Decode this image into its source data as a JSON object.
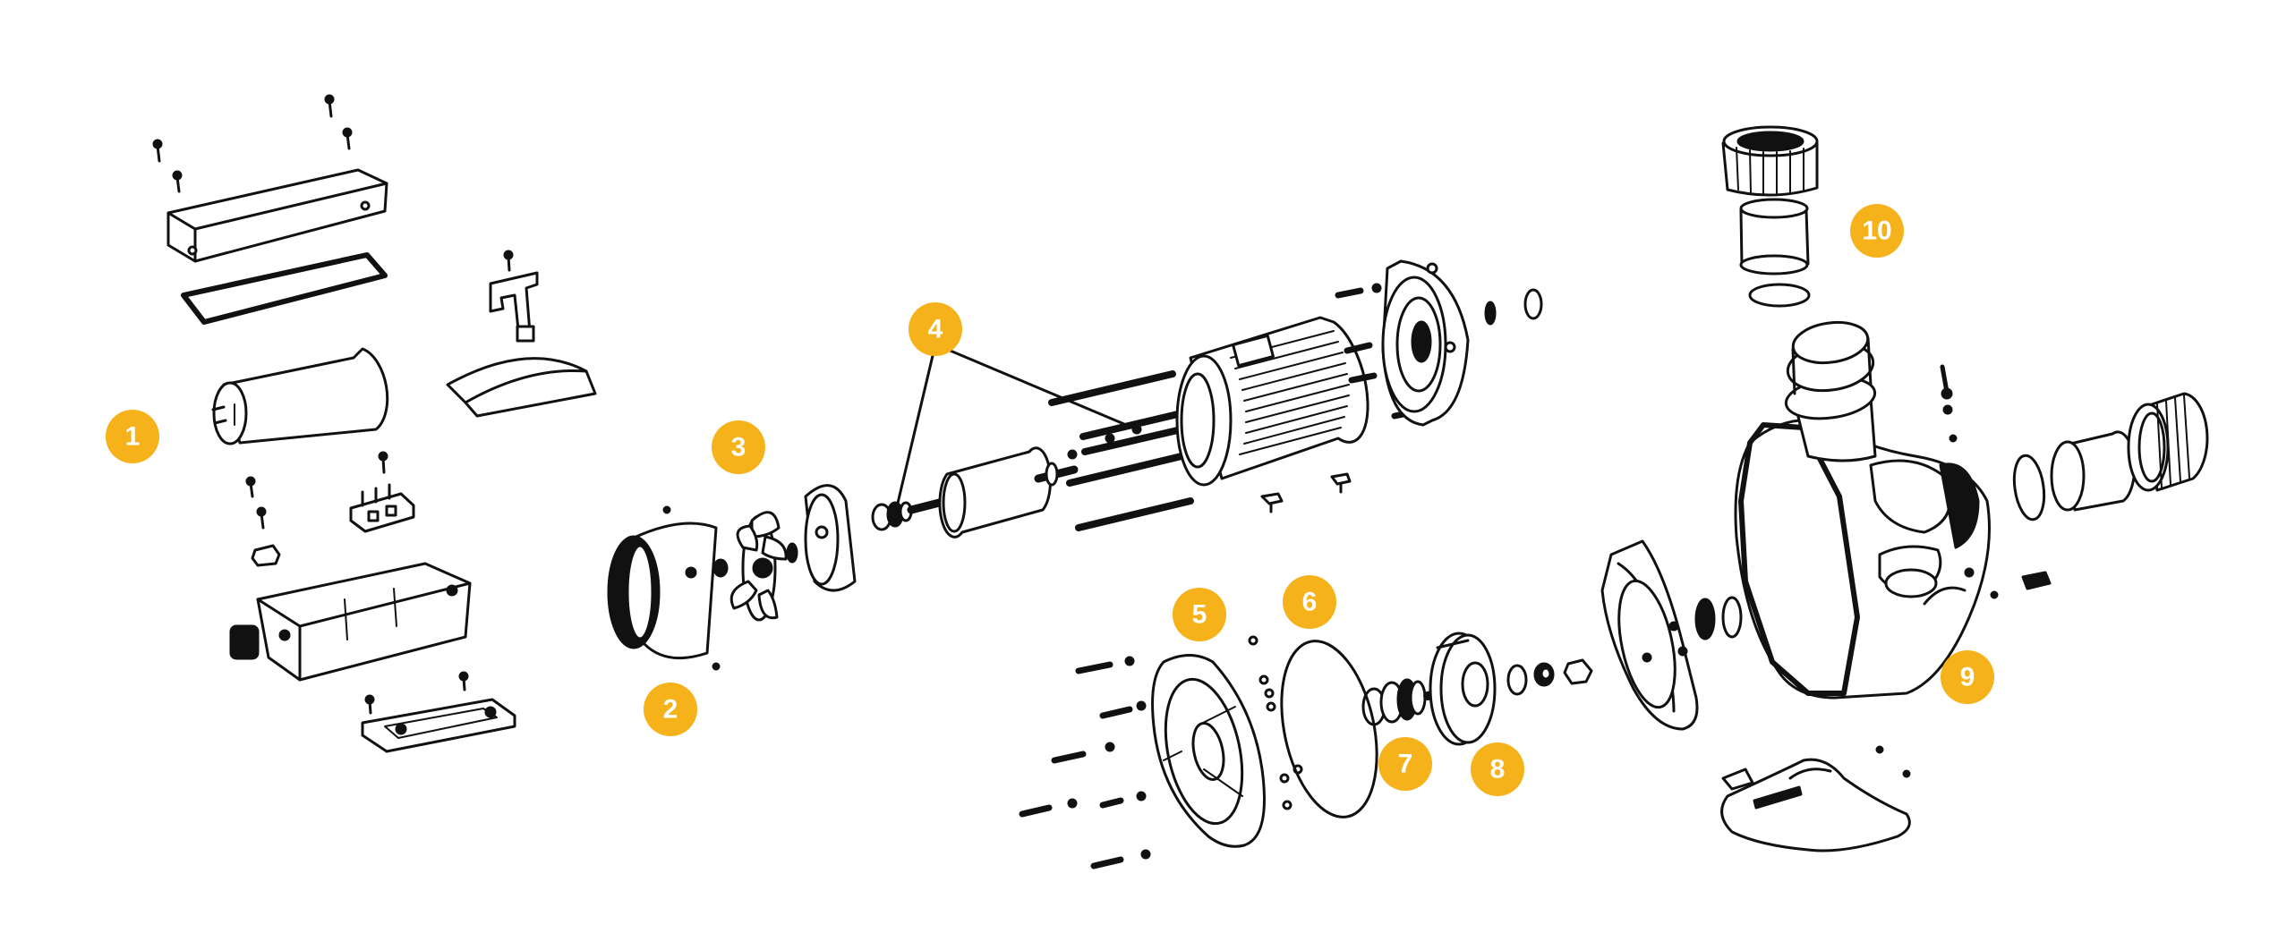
{
  "callouts": [
    {
      "id": "1",
      "label": "1"
    },
    {
      "id": "2",
      "label": "2"
    },
    {
      "id": "3",
      "label": "3"
    },
    {
      "id": "4",
      "label": "4"
    },
    {
      "id": "5",
      "label": "5"
    },
    {
      "id": "6",
      "label": "6"
    },
    {
      "id": "7",
      "label": "7"
    },
    {
      "id": "8",
      "label": "8"
    },
    {
      "id": "9",
      "label": "9"
    },
    {
      "id": "10",
      "label": "10"
    }
  ],
  "colors": {
    "badge": "#f5b21b",
    "badge_text": "#ffffff",
    "line_art": "#111111",
    "background": "#ffffff"
  }
}
